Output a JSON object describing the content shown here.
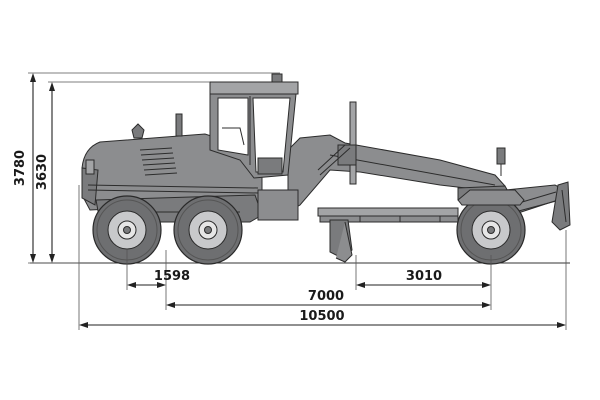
{
  "diagram": {
    "subject": "motor grader side elevation with dimensions",
    "dimensions": {
      "total_height": "3780",
      "cab_height": "3630",
      "tandem_wheelbase": "1598",
      "front_axle_to_blade": "3010",
      "wheelbase": "7000",
      "overall_length": "10500"
    }
  }
}
